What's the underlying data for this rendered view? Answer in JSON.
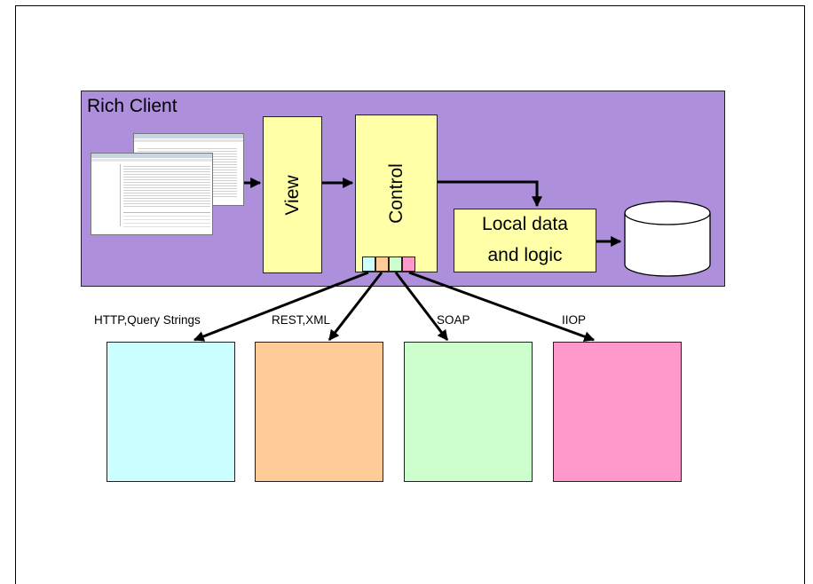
{
  "rich_client": {
    "title": "Rich Client"
  },
  "view": {
    "label": "View"
  },
  "control": {
    "label": "Control"
  },
  "local": {
    "line1": "Local data",
    "line2": "and logic"
  },
  "protocols": [
    {
      "label": "HTTP,Query Strings",
      "color": "#ccffff"
    },
    {
      "label": "REST,XML",
      "color": "#ffcc99"
    },
    {
      "label": "SOAP",
      "color": "#ccffcc"
    },
    {
      "label": "IIOP",
      "color": "#ff99cc"
    }
  ],
  "colors": {
    "rich_client_bg": "#ad8fdb",
    "component_fill": "#ffffa8"
  },
  "icons": [
    "application-window-screenshot-icon",
    "database-cylinder-icon"
  ]
}
